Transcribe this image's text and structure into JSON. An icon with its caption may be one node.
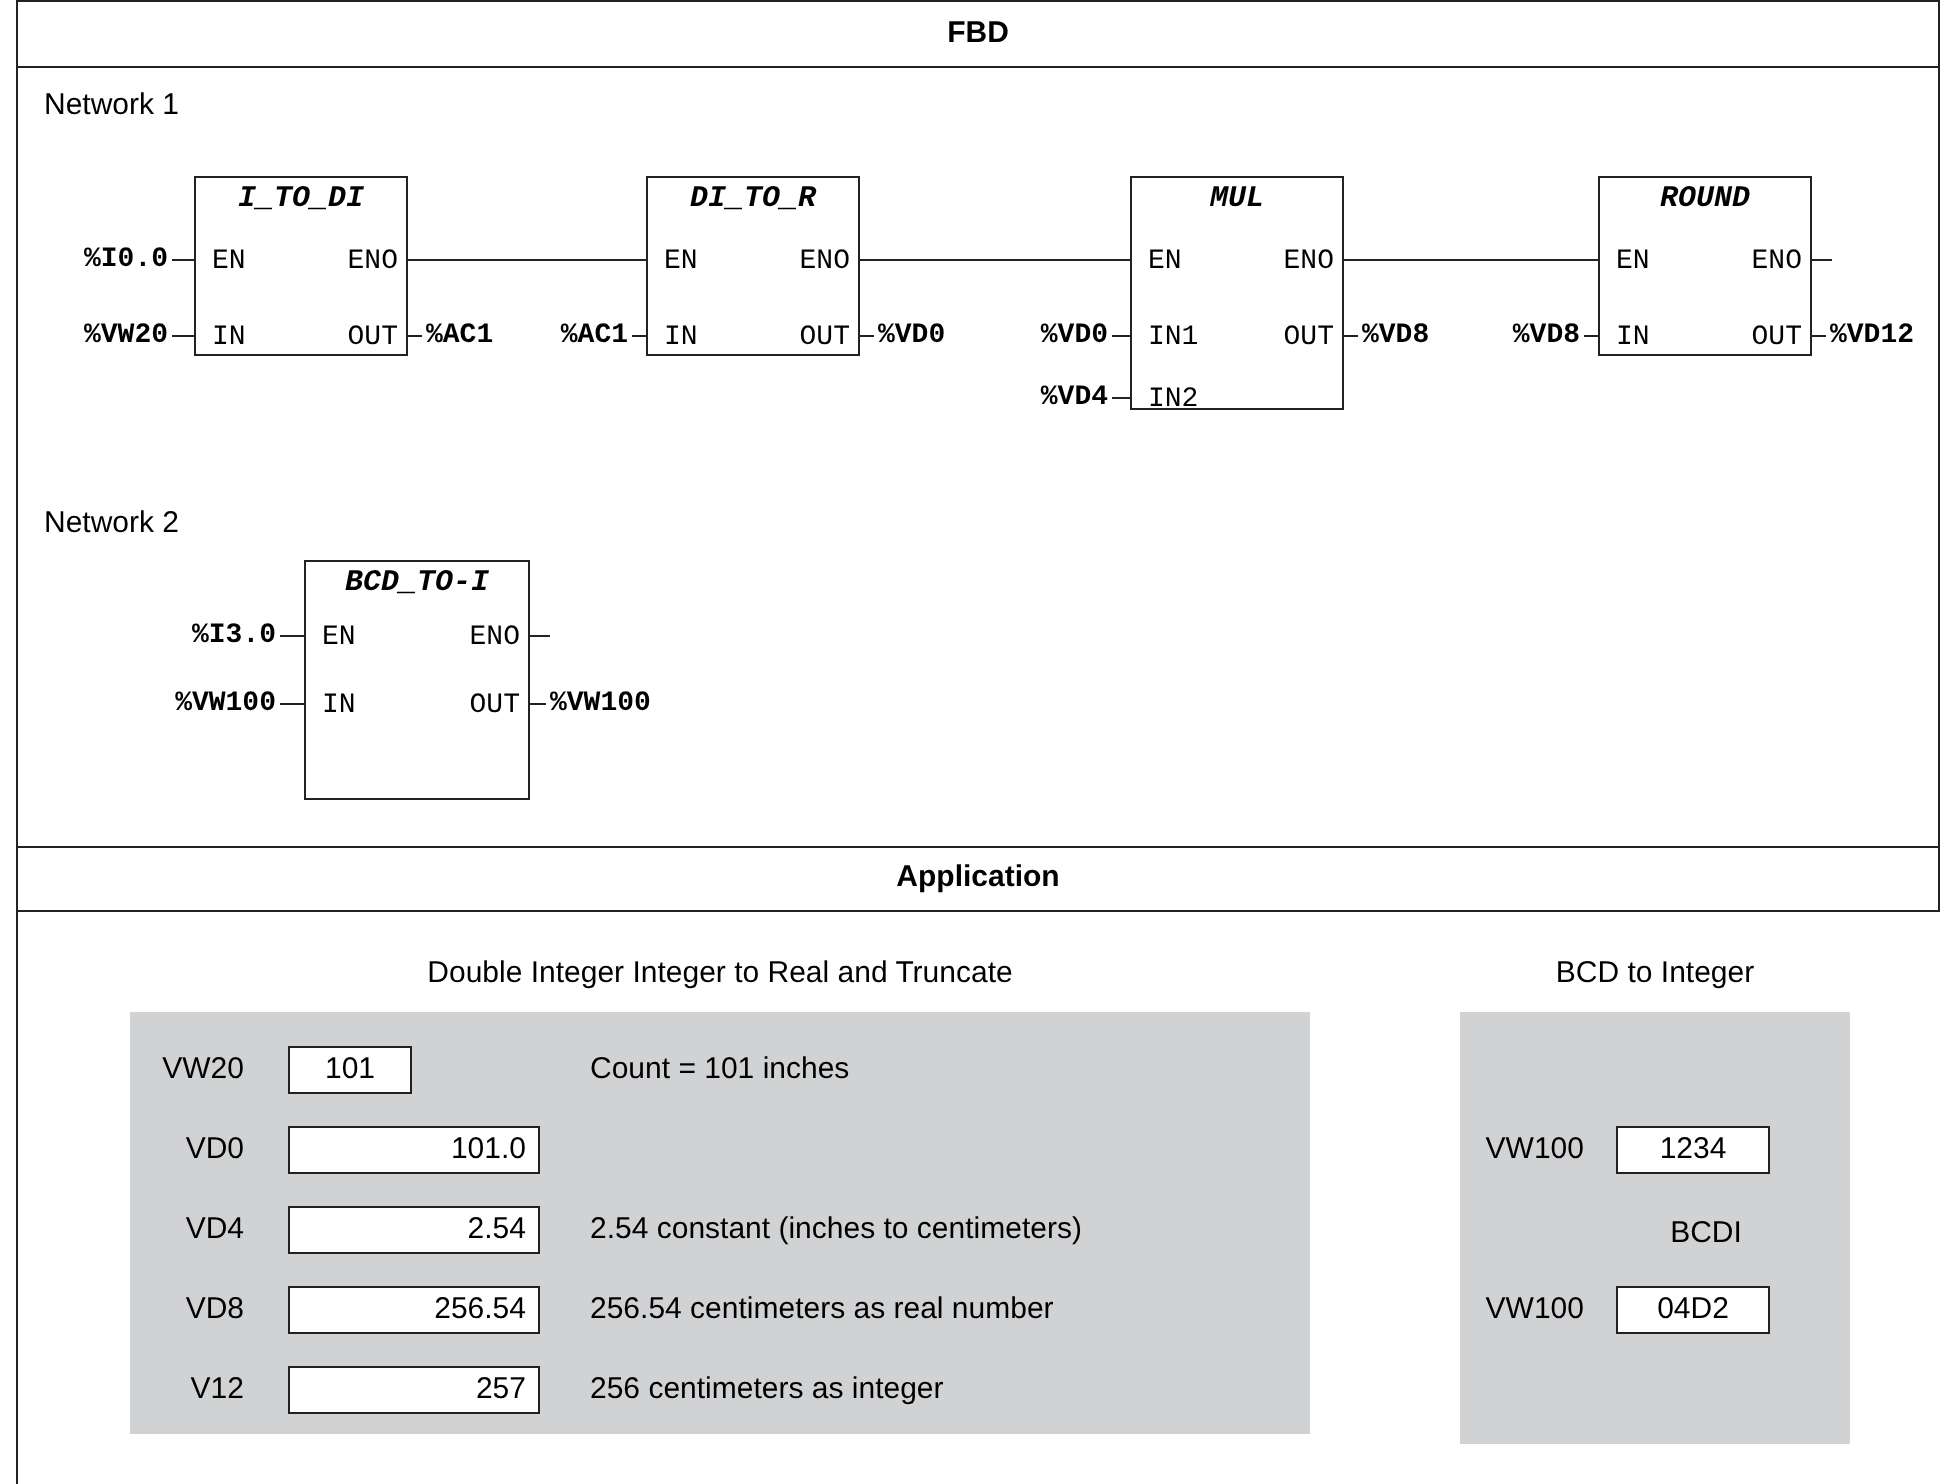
{
  "diagram": {
    "nodes": [
      {
        "text": [
          "I_TO_DI",
          "EN",
          "ENO",
          "IN",
          "OUT"
        ]
      },
      {
        "text": [
          "DI_TO_R",
          "EN",
          "ENO",
          "IN",
          "OUT"
        ]
      },
      {
        "text": [
          "MUL",
          "EN",
          "ENO",
          "IN1",
          "OUT",
          "IN2"
        ]
      },
      {
        "text": [
          "ROUND",
          "EN",
          "ENO",
          "IN",
          "OUT"
        ]
      },
      {
        "text": [
          "BCD_TO-I",
          "EN",
          "ENO",
          "IN",
          "OUT"
        ]
      },
      {
        "text": [
          "%I0.0"
        ]
      },
      {
        "text": [
          "%VW20"
        ]
      },
      {
        "text": [
          "%AC1"
        ]
      },
      {
        "text": [
          "%AC1"
        ]
      },
      {
        "text": [
          "%VD0"
        ]
      },
      {
        "text": [
          "%VD0"
        ]
      },
      {
        "text": [
          "%VD4"
        ]
      },
      {
        "text": [
          "%VD8"
        ]
      },
      {
        "text": [
          "%VD8"
        ]
      },
      {
        "text": [
          "%VD12"
        ]
      },
      {
        "text": [
          "%I3.0"
        ]
      },
      {
        "text": [
          "%VW100"
        ]
      },
      {
        "text": [
          "%VW100"
        ]
      },
      {
        "text": [
          "Double Integer Integer to Real and Truncate"
        ]
      },
      {
        "text": [
          "BCD to Integer",
          "BCDI"
        ]
      },
      {
        "text": [
          "101"
        ],
        "in": 18,
        "beside": [
          "VW20"
        ]
      },
      {
        "text": [
          "101.0"
        ],
        "in": 18,
        "beside": [
          "VD0"
        ]
      },
      {
        "text": [
          "2.54"
        ],
        "in": 18,
        "beside": [
          "VD4"
        ]
      },
      {
        "text": [
          "256.54"
        ],
        "in": 18,
        "beside": [
          "VD8"
        ]
      },
      {
        "text": [
          "257"
        ],
        "in": 18,
        "beside": [
          "V12"
        ]
      },
      {
        "text": [
          "1234"
        ],
        "in": 19,
        "beside": [
          "VW100"
        ]
      },
      {
        "text": [
          "04D2"
        ],
        "in": 19,
        "beside": [
          "VW100"
        ]
      }
    ],
    "edges": [
      {
        "from": 5,
        "to": 0,
        "arrow": "none"
      },
      {
        "from": 6,
        "to": 0,
        "arrow": "none"
      },
      {
        "from": 0,
        "to": 7,
        "arrow": "none"
      },
      {
        "from": 0,
        "to": 1,
        "arrow": "none"
      },
      {
        "from": 8,
        "to": 1,
        "arrow": "none"
      },
      {
        "from": 1,
        "to": 9,
        "arrow": "none"
      },
      {
        "from": 1,
        "to": 2,
        "arrow": "none"
      },
      {
        "from": 10,
        "to": 2,
        "arrow": "none"
      },
      {
        "from": 11,
        "to": 2,
        "arrow": "none"
      },
      {
        "from": 2,
        "to": 12,
        "arrow": "none"
      },
      {
        "from": 2,
        "to": 3,
        "arrow": "none"
      },
      {
        "from": 13,
        "to": 3,
        "arrow": "none"
      },
      {
        "from": 3,
        "to": 14,
        "arrow": "none"
      },
      {
        "from": 3,
        "to": null,
        "arrow": "none"
      },
      {
        "from": 15,
        "to": 4,
        "arrow": "none"
      },
      {
        "from": 16,
        "to": 4,
        "arrow": "none"
      },
      {
        "from": 4,
        "to": 17,
        "arrow": "none"
      },
      {
        "from": 4,
        "to": null,
        "arrow": "none"
      }
    ],
    "labels": [
      "FBD",
      "Network 1",
      "Network 2",
      "Application",
      "Count = 101 inches",
      "2.54 constant (inches to centimeters)",
      "256.54 centimeters as real number",
      "256 centimeters as integer"
    ]
  }
}
